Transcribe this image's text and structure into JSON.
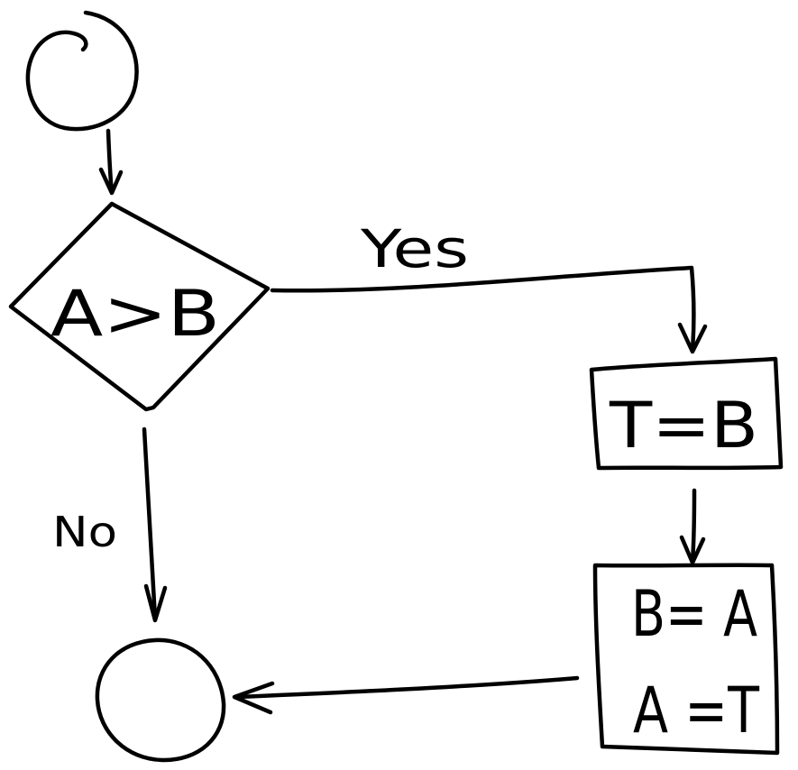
{
  "flowchart": {
    "decision": {
      "text": "A>B"
    },
    "yes_branch": {
      "label": "Yes"
    },
    "no_branch": {
      "label": "No"
    },
    "step_1": {
      "text": "T=B"
    },
    "step_2": {
      "line1": "B= A",
      "line2": "A =T"
    }
  },
  "colors": {
    "ink": "#000000",
    "background": "#ffffff"
  }
}
